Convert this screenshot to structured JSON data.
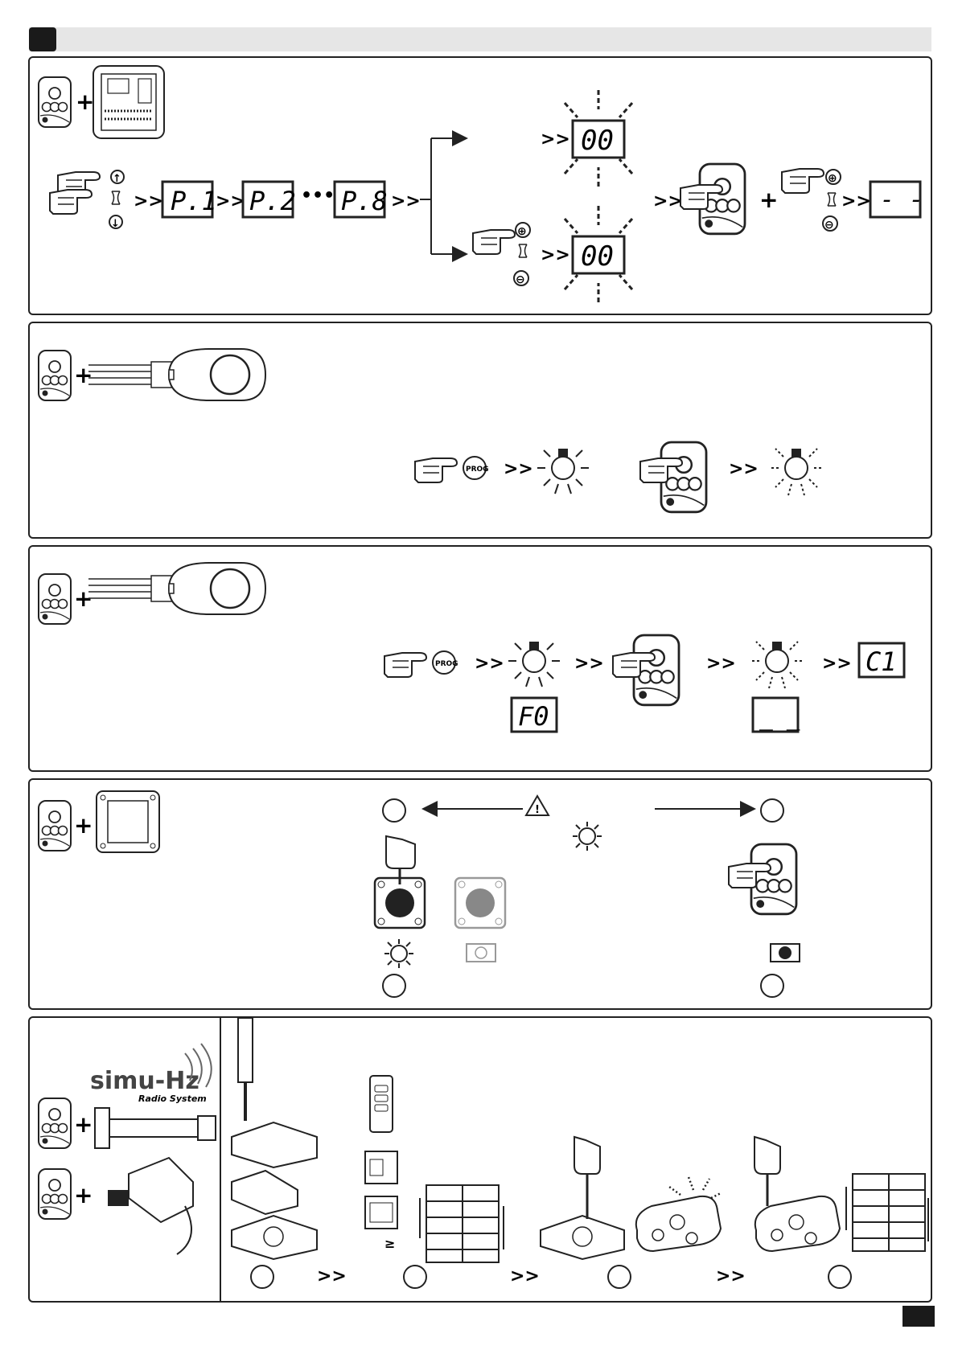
{
  "arrows": ">>",
  "ellipsis": "•••",
  "plus": "+",
  "section1": {
    "displays": [
      "P.1",
      "P.2",
      "P.8"
    ],
    "blink_display": "00",
    "result_display": "- -",
    "up_symbol": "↑",
    "down_symbol": "↓",
    "plus_symbol": "⊕",
    "minus_symbol": "⊖"
  },
  "section2": {
    "prog_label": "PROG"
  },
  "section3": {
    "prog_label": "PROG",
    "display_f0": "F0",
    "display_c1": "C1",
    "display_dash": "_ _"
  },
  "section4": {
    "warning_symbol": "!"
  },
  "section5": {
    "brand": "simu-Hz",
    "brand_sub": "Radio System",
    "geq": "≥"
  }
}
